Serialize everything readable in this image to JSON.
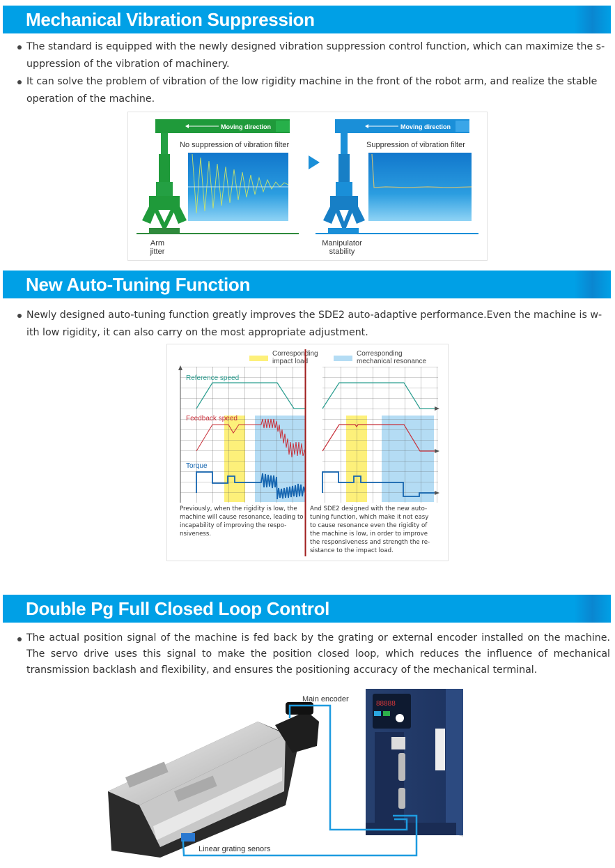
{
  "sections": [
    {
      "title": "Mechanical Vibration Suppression",
      "bullets": [
        "The standard is equipped with the newly designed vibration suppression control function, which can maximize the s-uppression of the vibration of machinery.",
        "It can solve the problem of vibration of the low rigidity machine in the front of the robot arm, and realize the stable operation of the machine."
      ],
      "figure": {
        "moving_direction": "Moving direction",
        "left_title": "No suppression of vibration filter",
        "right_title": "Suppression of vibration filter",
        "left_label_1": "Arm",
        "left_label_2": "jitter",
        "right_label_1": "Manipulator",
        "right_label_2": "stability",
        "colors": {
          "green": "#2a9a3a",
          "blue": "#1a8fd8"
        }
      }
    },
    {
      "title": "New Auto-Tuning Function",
      "bullets": [
        "Newly designed auto-tuning function greatly improves the SDE2 auto-adaptive performance.Even the machine is w-ith low rigidity, it can also carry on the most appropriate adjustment."
      ],
      "figure": {
        "legend_impact_1": "Corresponding",
        "legend_impact_2": "impact load",
        "legend_res_1": "Corresponding",
        "legend_res_2": "mechanical resonance",
        "reference_speed": "Reference speed",
        "feedback_speed": "Feedback speed",
        "torque": "Torque",
        "left_caption": "Previously, when the rigidity is low, the machine will cause resonance, leading to incapability of improving the respo-nsiveness.",
        "right_caption": "And SDE2 designed with the new auto-tuning function, which make it not easy to cause resonance even the rigidity of the machine is low, in order to improve the responsiveness and strength the re-sistance to the impact load.",
        "colors": {
          "impact": "#fdf07a",
          "resonance": "#b4dcf4",
          "reference": "#2a9d8f",
          "feedback": "#c8303a",
          "torque": "#1565b0",
          "divider": "#a01e1e"
        }
      }
    },
    {
      "title": "Double Pg Full Closed Loop Control",
      "paragraph": "The actual position signal of the machine is fed back by the grating or external encoder installed on the machine. The servo drive uses this signal to make the position closed loop, which reduces the influence of mechanical transmission backlash and flexibility, and ensures the positioning accuracy of the mechanical terminal.",
      "figure": {
        "main_encoder": "Main encoder",
        "linear_grating": "Linear grating senors",
        "display": "88888"
      }
    }
  ],
  "colors": {
    "header": "#00a0e6",
    "text": "#333333"
  }
}
